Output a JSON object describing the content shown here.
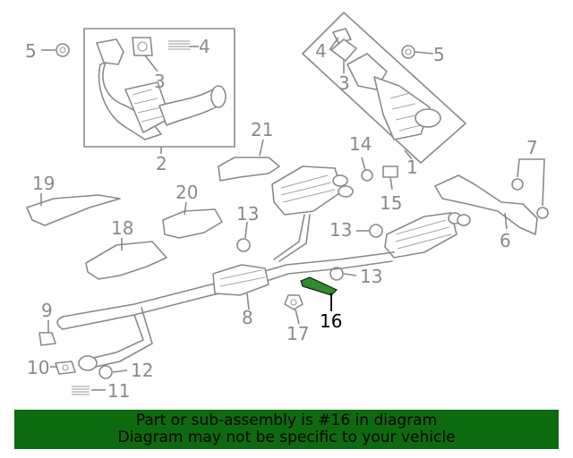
{
  "callouts": {
    "c1": "1",
    "c2": "2",
    "c3a": "3",
    "c3b": "3",
    "c4a": "4",
    "c4b": "4",
    "c5a": "5",
    "c5b": "5",
    "c6": "6",
    "c7": "7",
    "c8": "8",
    "c9": "9",
    "c10": "10",
    "c11": "11",
    "c12": "12",
    "c13a": "13",
    "c13b": "13",
    "c13c": "13",
    "c14": "14",
    "c15": "15",
    "c16": "16",
    "c17": "17",
    "c18": "18",
    "c19": "19",
    "c20": "20",
    "c21": "21"
  },
  "highlight_part": "16",
  "banner": {
    "line1": "Part or sub-assembly is #16 in diagram",
    "line2": "Diagram may not be specific to your vehicle"
  },
  "colors": {
    "banner_bg": "#0e6a0e",
    "highlight_part": "#2e8b2e",
    "line": "#8a8a8a"
  }
}
